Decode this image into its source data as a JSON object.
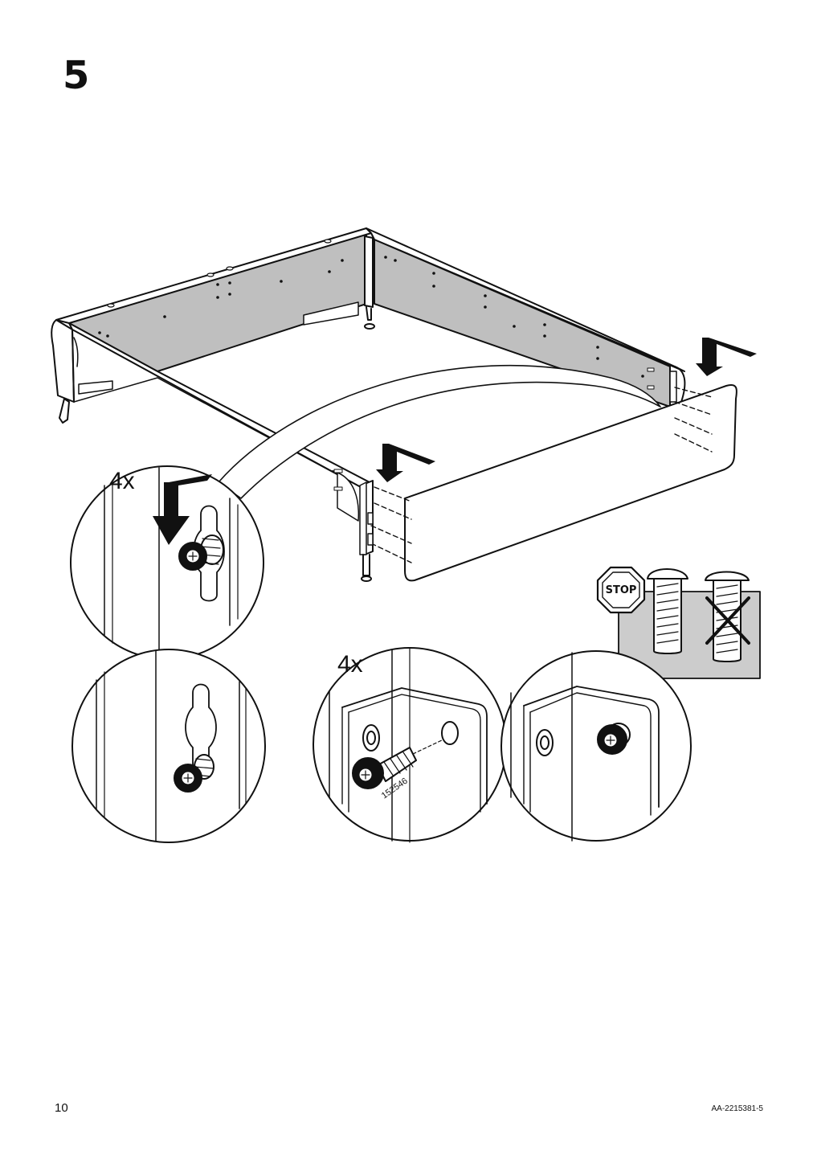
{
  "step": {
    "number": "5"
  },
  "page": {
    "number": "10",
    "doc_code": "AA-2215381-5"
  },
  "details": {
    "quantity_hook": "4x",
    "quantity_screw": "4x",
    "screw_part_number": "152546",
    "stop_label": "STOP"
  },
  "colors": {
    "line": "#111111",
    "panel_fill": "#bfbfbf",
    "stop_box_fill": "#cccccc",
    "background": "#ffffff"
  }
}
